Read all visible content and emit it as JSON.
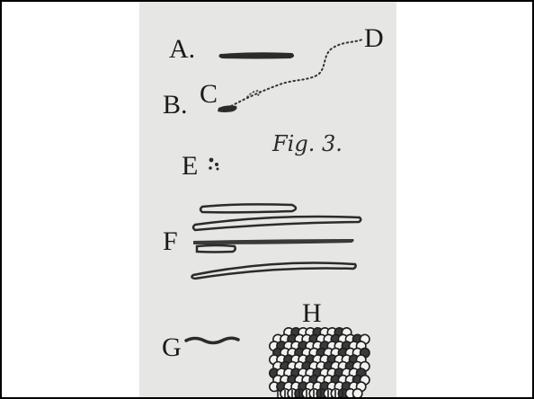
{
  "plate": {
    "figure_label": "Fig. 3.",
    "labels": {
      "a": "A.",
      "b": "B.",
      "c": "C",
      "d": "D",
      "e": "E",
      "f": "F",
      "g": "G",
      "h": "H"
    },
    "colors": {
      "paper": "#e6e6e4",
      "ink": "#1a1a1a",
      "frame": "#000000"
    }
  }
}
